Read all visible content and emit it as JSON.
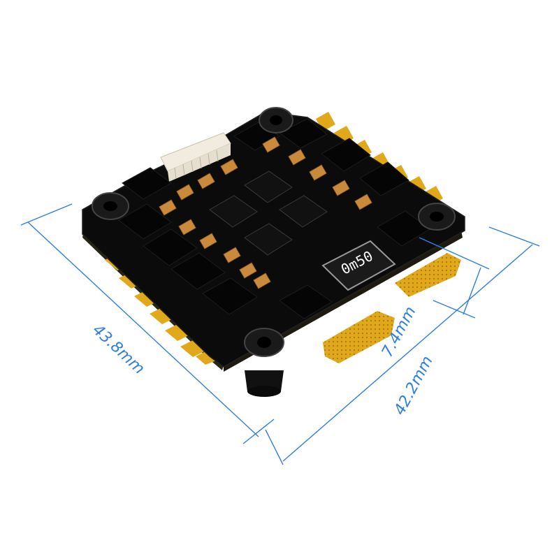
{
  "colors": {
    "background": "#ffffff",
    "board": "#0b0b0b",
    "board_edge": "#1a1a1a",
    "gold_pad": "#e0a81a",
    "gold_dark": "#b07f0c",
    "dimension_line": "#2f7fe0",
    "capacitor": "#c98a3c",
    "chip": "#050505"
  },
  "dimensions": {
    "width_label": "43.8mm",
    "depth_label": "42.2mm",
    "height_label": "7.4mm"
  },
  "board": {
    "shunt_label": "0m50"
  },
  "icons": {
    "connector": "jst-connector",
    "mount_hole": "mounting-hole-grommet"
  }
}
